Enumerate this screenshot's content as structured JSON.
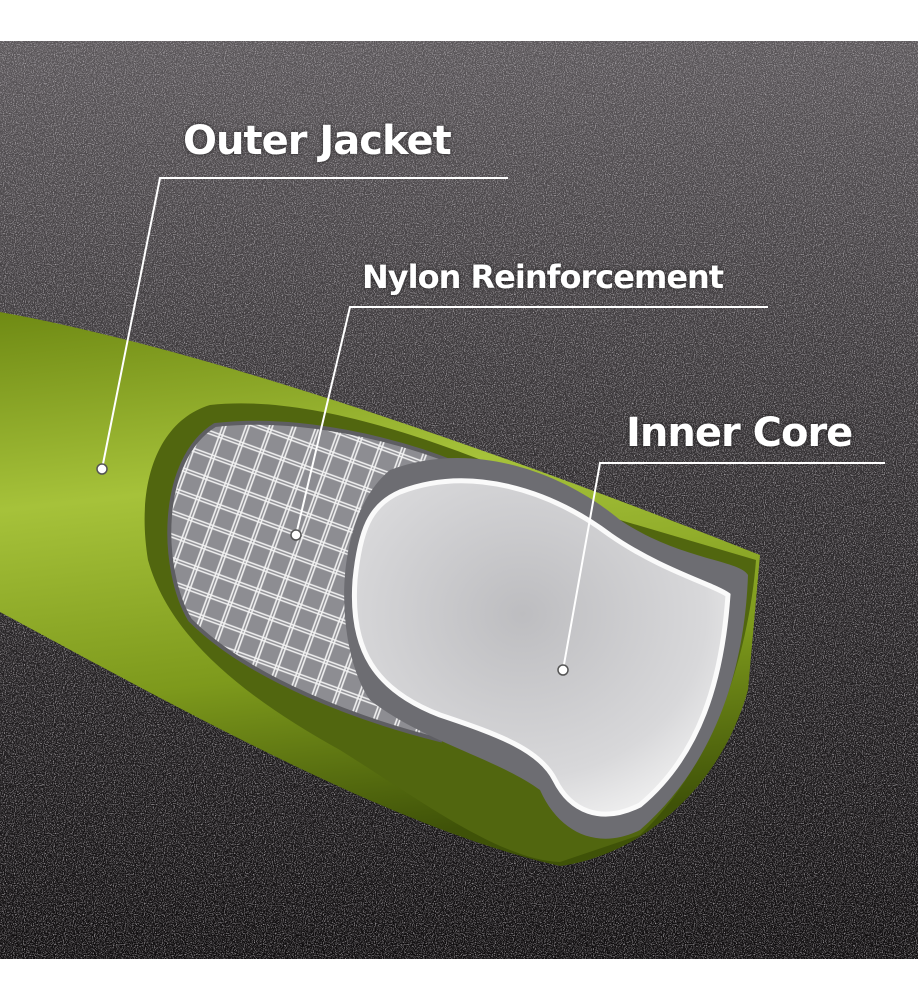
{
  "labels": {
    "outer_jacket": "Outer Jacket",
    "nylon_reinforcement": "Nylon Reinforcement",
    "inner_core": "Inner Core"
  },
  "colors": {
    "background": "#2a2729",
    "jacket": "#7f9a1c",
    "jacket_dark": "#4f6410",
    "mesh": "#9a9a9e",
    "core": "#d9d9db"
  }
}
